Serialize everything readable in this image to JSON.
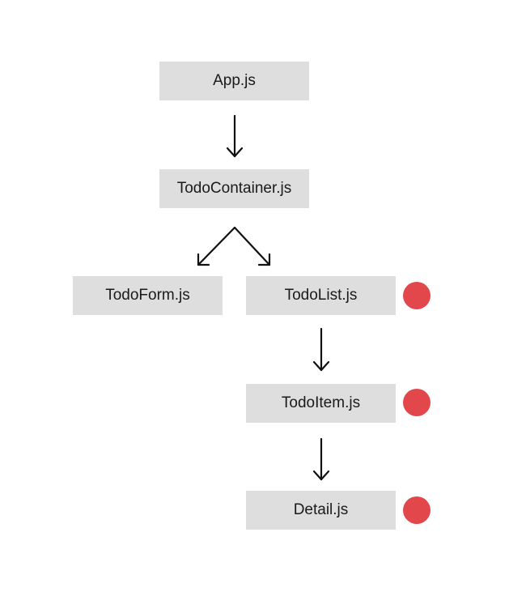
{
  "diagram": {
    "nodes": {
      "app": "App.js",
      "todo_container": "TodoContainer.js",
      "todo_form": "TodoForm.js",
      "todo_list": "TodoList.js",
      "todo_item": "TodoItem.js",
      "detail": "Detail.js"
    },
    "edges": [
      {
        "from": "App.js",
        "to": "TodoContainer.js"
      },
      {
        "from": "TodoContainer.js",
        "to": "TodoForm.js"
      },
      {
        "from": "TodoContainer.js",
        "to": "TodoList.js"
      },
      {
        "from": "TodoList.js",
        "to": "TodoItem.js"
      },
      {
        "from": "TodoItem.js",
        "to": "Detail.js"
      }
    ],
    "marker_color": "#e2474b",
    "marked_nodes": [
      "TodoList.js",
      "TodoItem.js",
      "Detail.js"
    ]
  }
}
